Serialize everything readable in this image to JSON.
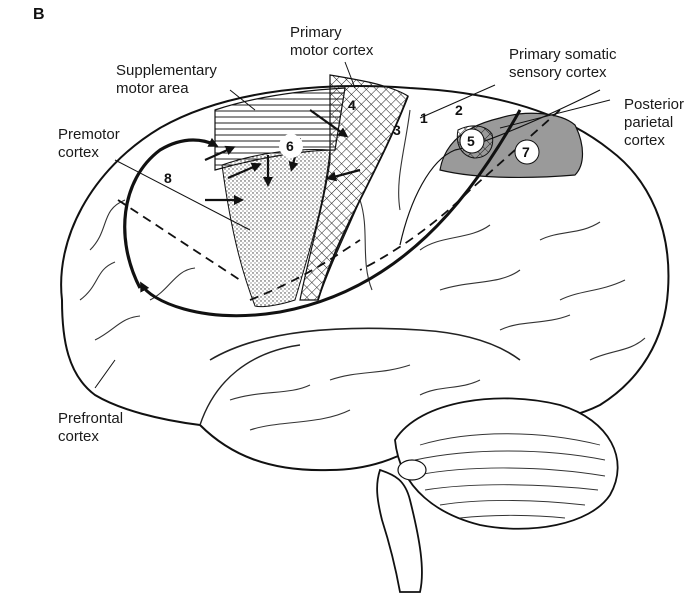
{
  "panel_letter": "B",
  "labels": {
    "primary_motor": [
      "Primary",
      "motor cortex"
    ],
    "primary_somatic": [
      "Primary somatic",
      "sensory cortex"
    ],
    "supplementary": [
      "Supplementary",
      "motor area"
    ],
    "posterior_parietal": [
      "Posterior",
      "parietal",
      "cortex"
    ],
    "premotor": [
      "Premotor",
      "cortex"
    ],
    "prefrontal": [
      "Prefrontal",
      "cortex"
    ]
  },
  "area_numbers": {
    "a1": "1",
    "a2": "2",
    "a3": "3",
    "a4": "4",
    "a5": "5",
    "a6": "6",
    "a7": "7",
    "a8": "8"
  }
}
